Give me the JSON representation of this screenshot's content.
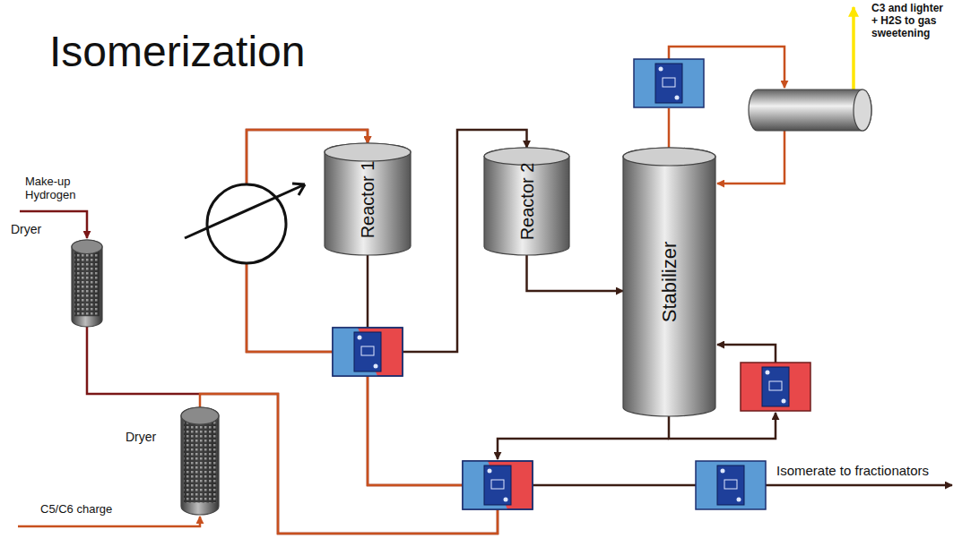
{
  "diagram": {
    "title": "Isomerization",
    "nodes": [
      {
        "text": [
          "Reactor 1"
        ]
      },
      {
        "text": [
          "Reactor 2"
        ]
      },
      {
        "text": [
          "Stabilizer"
        ]
      },
      {
        "text": [
          "Dryer"
        ]
      },
      {
        "text": [
          "Dryer"
        ]
      }
    ],
    "edges": [
      {
        "from": 3,
        "to": 0,
        "arrow": "to"
      },
      {
        "from": 4,
        "to": 0,
        "arrow": "to"
      },
      {
        "from": 0,
        "to": 1,
        "arrow": "to"
      },
      {
        "from": 1,
        "to": 2,
        "arrow": "to"
      }
    ],
    "labels": [
      "C3 and lighter + H2S to gas sweetening",
      "Make-up Hydrogen",
      "Isomerate to fractionators",
      "C5/C6 charge"
    ]
  }
}
